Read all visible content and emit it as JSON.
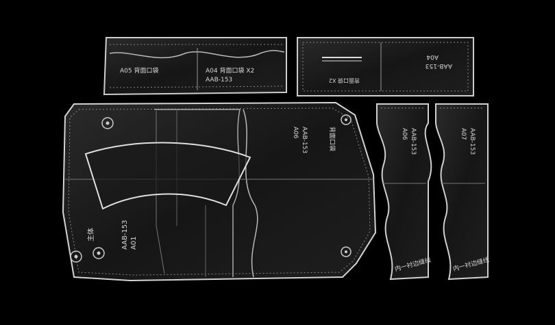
{
  "labels": {
    "p1_left": "A05 背面口袋",
    "p1_mid_a": "A04 背面口袋 X2",
    "p1_mid_b": "AAB-153",
    "p2_code": "AAB-153",
    "p2_part": "A04",
    "p2_note": "背面口袋 X2",
    "main_code": "AAB-153",
    "main_part": "A01",
    "main_name": "主体",
    "main_note": "背面口袋",
    "center_code": "AAB-153",
    "center_part": "A06",
    "r1_code": "AAB-153",
    "r1_part": "A06",
    "r1_bottom": "内一衬边缝线",
    "r2_code": "AAB-153",
    "r2_part": "A07",
    "r2_bottom": "内一衬边缝线"
  }
}
